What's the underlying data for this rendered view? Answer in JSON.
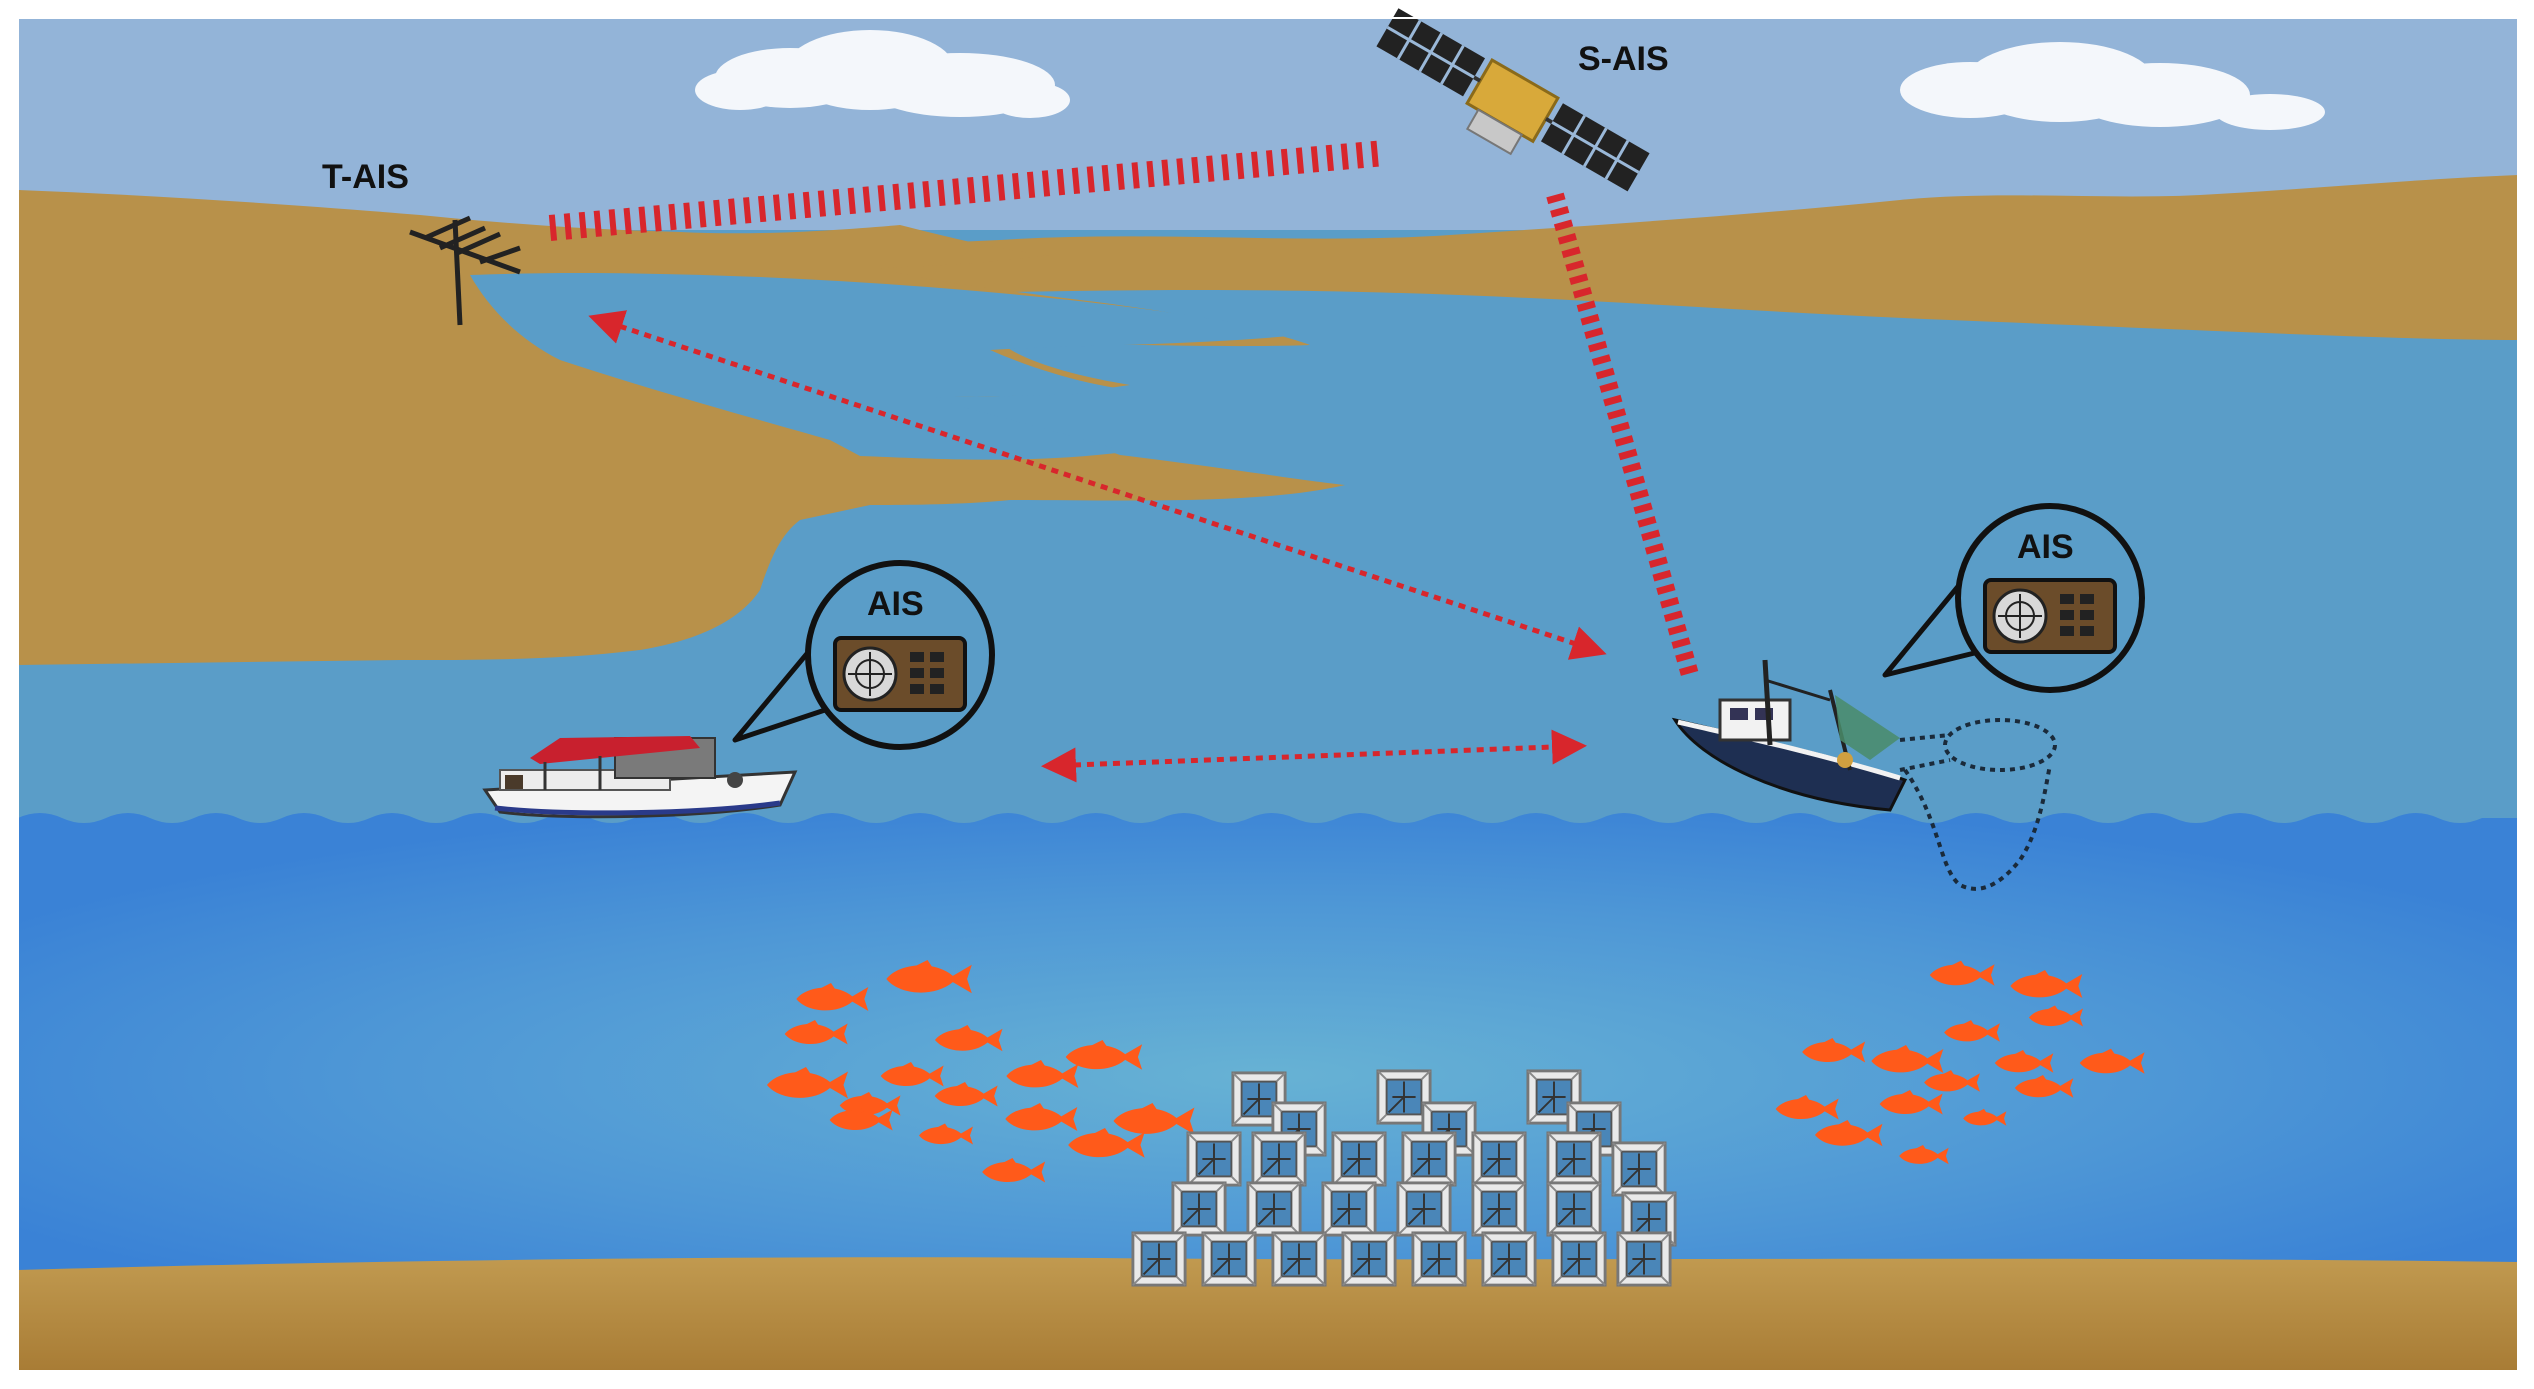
{
  "labels": {
    "terrestrial_station": "T-AIS",
    "satellite": "S-AIS",
    "ais_device_left": "AIS",
    "ais_device_right": "AIS"
  },
  "colors": {
    "sky": "#93B4D8",
    "land": "#B8914A",
    "shallow_water": "#5A9DC8",
    "deep_water": "#3A82D6",
    "seabed": "#B58A42",
    "signal": "#D8262C",
    "fish": "#FF5A1A",
    "cloud": "#F4F7FB"
  },
  "icons": {
    "antenna": "antenna-tower-icon",
    "satellite": "satellite-icon",
    "ais_device": "ais-transponder-icon",
    "boat_small": "small-boat-icon",
    "boat_trawler": "fishing-trawler-icon",
    "fish": "fish-icon",
    "traps": "lobster-trap-icon"
  }
}
